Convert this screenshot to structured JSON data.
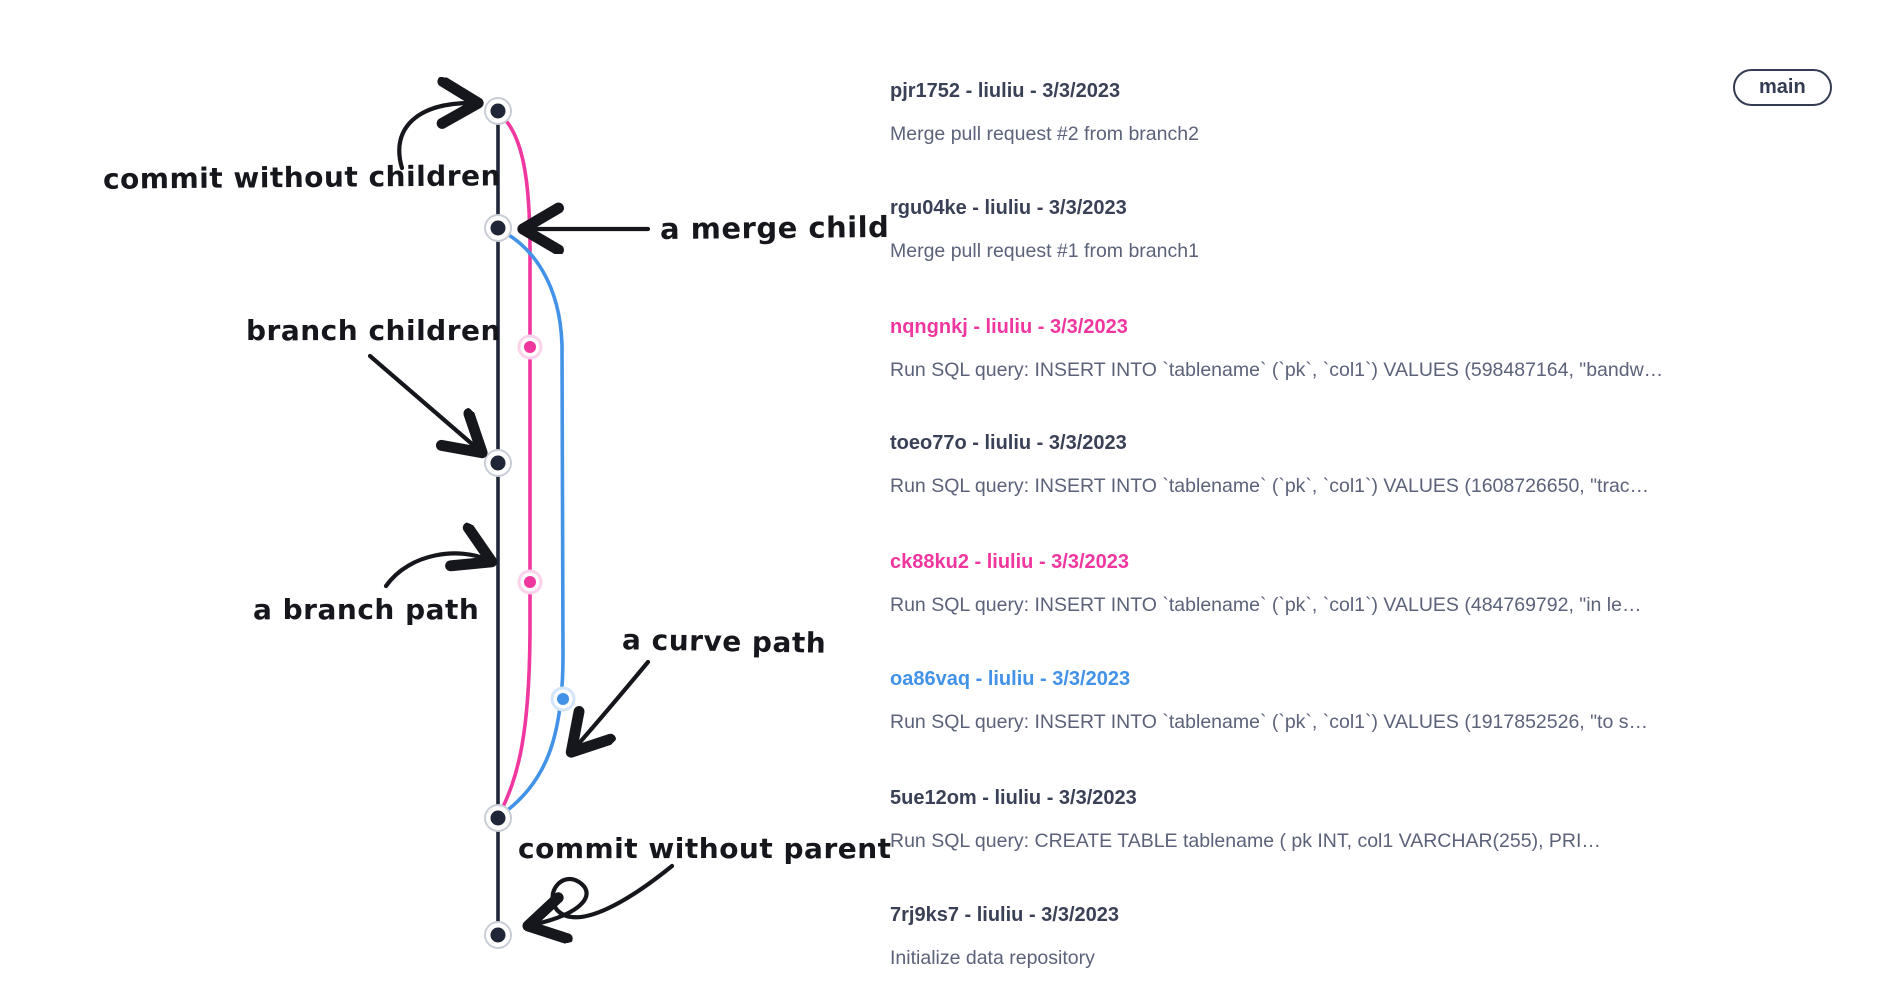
{
  "branch_badge": {
    "label": "main"
  },
  "annotations": {
    "commit_without_children": {
      "text": "commit without children"
    },
    "a_merge_child": {
      "text": "a merge child"
    },
    "branch_children": {
      "text": "branch children"
    },
    "a_branch_path": {
      "text": "a branch path"
    },
    "a_curve_path": {
      "text": "a curve path"
    },
    "commit_without_parent": {
      "text": "commit without parent"
    }
  },
  "commits": [
    {
      "hash": "pjr1752",
      "author": "liuliu",
      "date": "3/3/2023",
      "accent": "dark",
      "header": "pjr1752 - liuliu - 3/3/2023",
      "message": "Merge pull request #2 from branch2"
    },
    {
      "hash": "rgu04ke",
      "author": "liuliu",
      "date": "3/3/2023",
      "accent": "dark",
      "header": "rgu04ke - liuliu - 3/3/2023",
      "message": "Merge pull request #1 from branch1"
    },
    {
      "hash": "nqngnkj",
      "author": "liuliu",
      "date": "3/3/2023",
      "accent": "pink",
      "header": "nqngnkj - liuliu - 3/3/2023",
      "message": "Run SQL query: INSERT INTO `tablename` (`pk`, `col1`) VALUES (598487164, \"bandw…"
    },
    {
      "hash": "toeo77o",
      "author": "liuliu",
      "date": "3/3/2023",
      "accent": "dark",
      "header": "toeo77o - liuliu - 3/3/2023",
      "message": "Run SQL query: INSERT INTO `tablename` (`pk`, `col1`) VALUES (1608726650, \"trac…"
    },
    {
      "hash": "ck88ku2",
      "author": "liuliu",
      "date": "3/3/2023",
      "accent": "pink",
      "header": "ck88ku2 - liuliu - 3/3/2023",
      "message": "Run SQL query: INSERT INTO `tablename` (`pk`, `col1`) VALUES (484769792, \"in le…"
    },
    {
      "hash": "oa86vaq",
      "author": "liuliu",
      "date": "3/3/2023",
      "accent": "blue",
      "header": "oa86vaq - liuliu - 3/3/2023",
      "message": "Run SQL query: INSERT INTO `tablename` (`pk`, `col1`) VALUES (1917852526, \"to s…"
    },
    {
      "hash": "5ue12om",
      "author": "liuliu",
      "date": "3/3/2023",
      "accent": "dark",
      "header": "5ue12om - liuliu - 3/3/2023",
      "message": "Run SQL query: CREATE TABLE tablename ( pk INT, col1 VARCHAR(255), PRI…"
    },
    {
      "hash": "7rj9ks7",
      "author": "liuliu",
      "date": "3/3/2023",
      "accent": "dark",
      "header": "7rj9ks7 - liuliu - 3/3/2023",
      "message": "Initialize data repository"
    }
  ],
  "colors": {
    "ink": "#15171c",
    "node_dark": "#1f2638",
    "branch_pink": "#f0369f",
    "branch_blue": "#4292e8",
    "halo_pink": "#fbd2e9",
    "halo_blue": "#d4e5f9",
    "ring_gray": "#c9cdd6",
    "title_text": "#3a4157",
    "message_text": "#5b627a",
    "badge_color": "#343c54",
    "bg": "#ffffff"
  }
}
